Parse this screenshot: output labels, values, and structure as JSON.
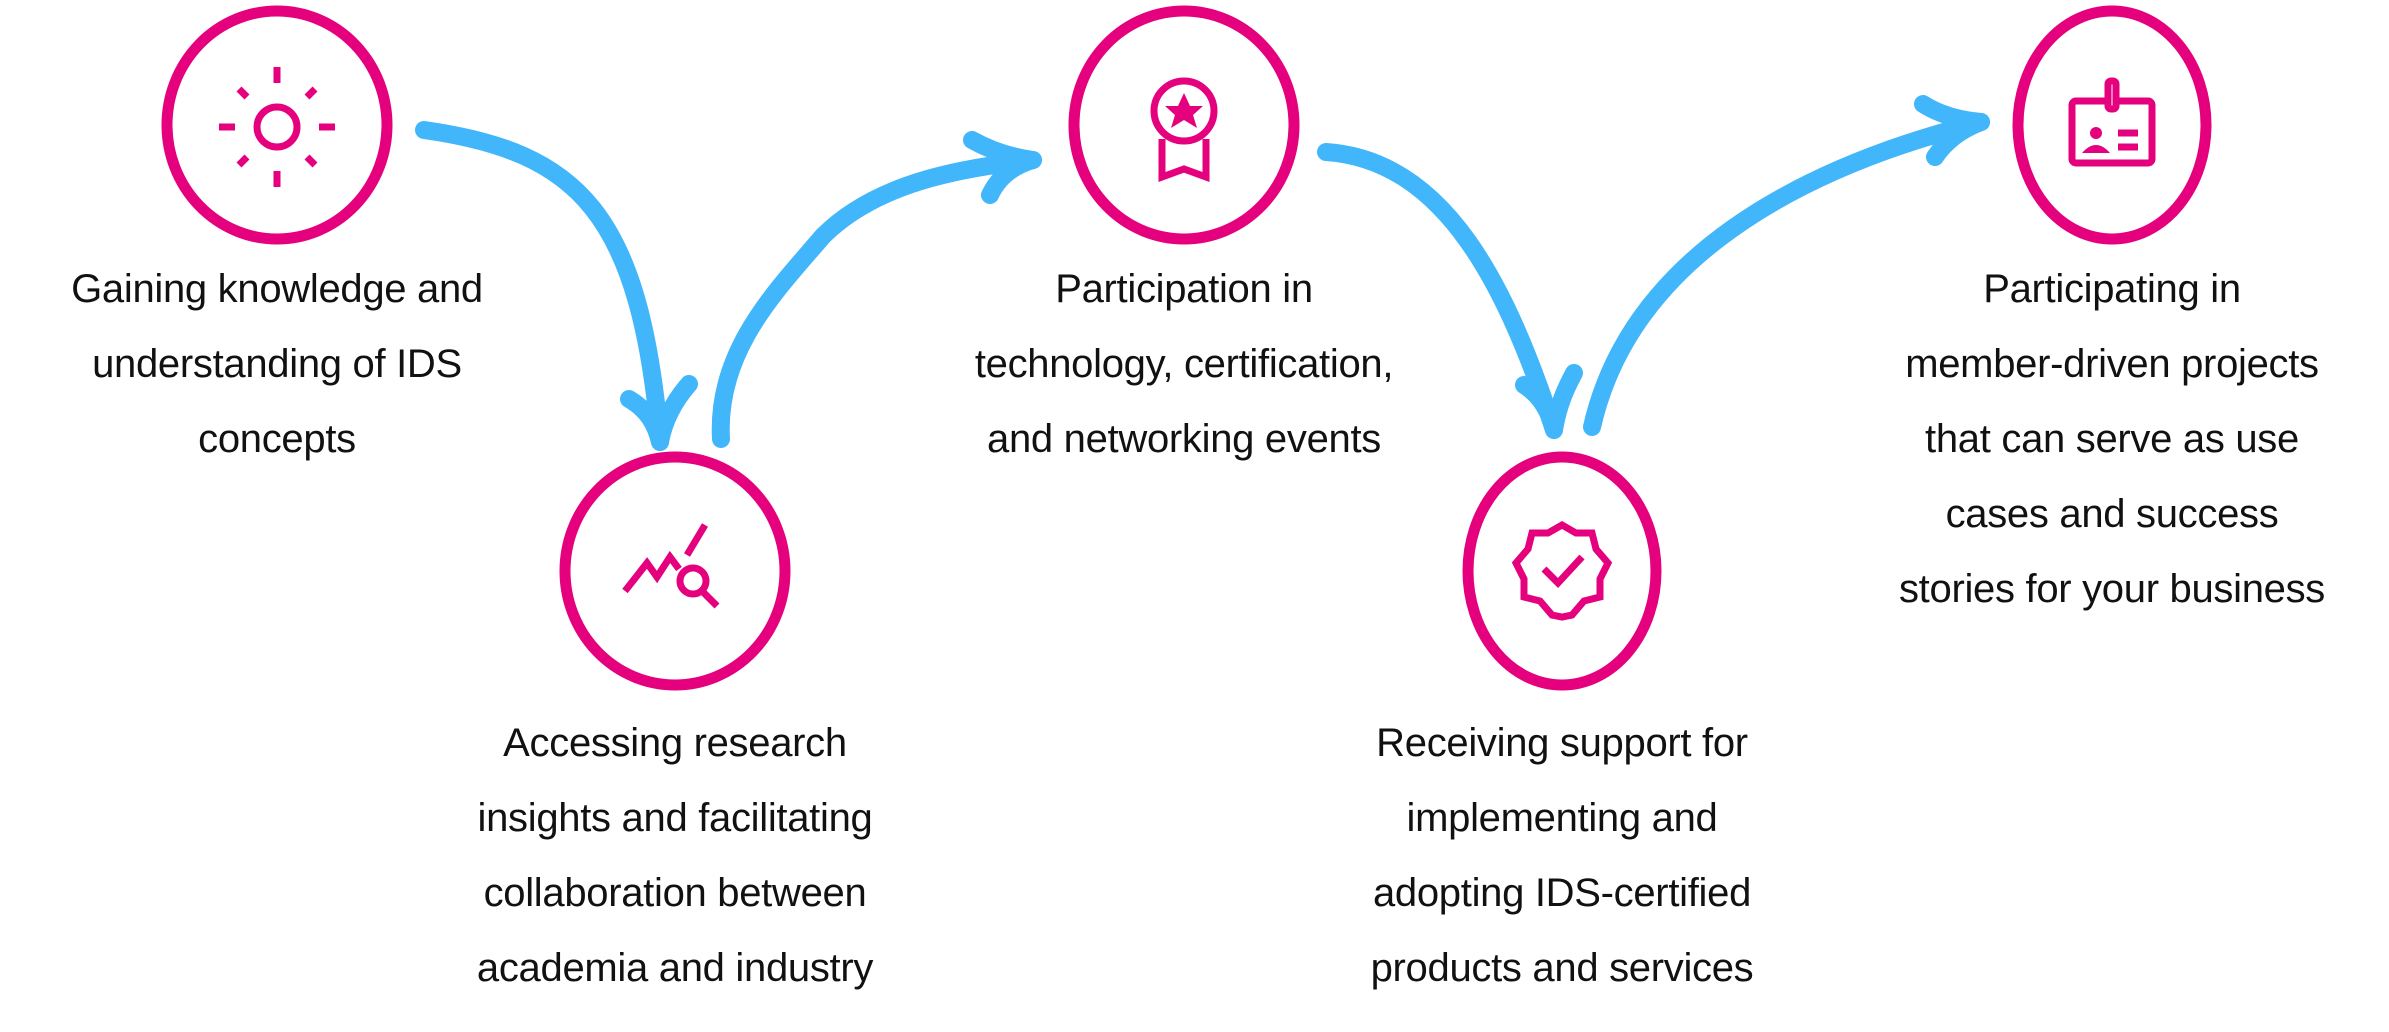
{
  "colors": {
    "accent": "#e5007e",
    "arrow": "#42b6fb",
    "text": "#111111"
  },
  "steps": [
    {
      "icon": "sun-icon",
      "lines": [
        "Gaining knowledge and",
        "understanding of IDS",
        "concepts"
      ]
    },
    {
      "icon": "chart-search-icon",
      "lines": [
        "Accessing research",
        "insights and facilitating",
        "collaboration between",
        "academia and industry"
      ]
    },
    {
      "icon": "award-ribbon-icon",
      "lines": [
        "Participation in",
        "technology, certification,",
        "and networking events"
      ]
    },
    {
      "icon": "verified-badge-icon",
      "lines": [
        "Receiving support for",
        "implementing and",
        "adopting IDS-certified",
        "products and services"
      ]
    },
    {
      "icon": "id-badge-icon",
      "lines": [
        "Participating in",
        "member-driven projects",
        "that can serve as use",
        "cases and success",
        "stories for your business"
      ]
    }
  ]
}
